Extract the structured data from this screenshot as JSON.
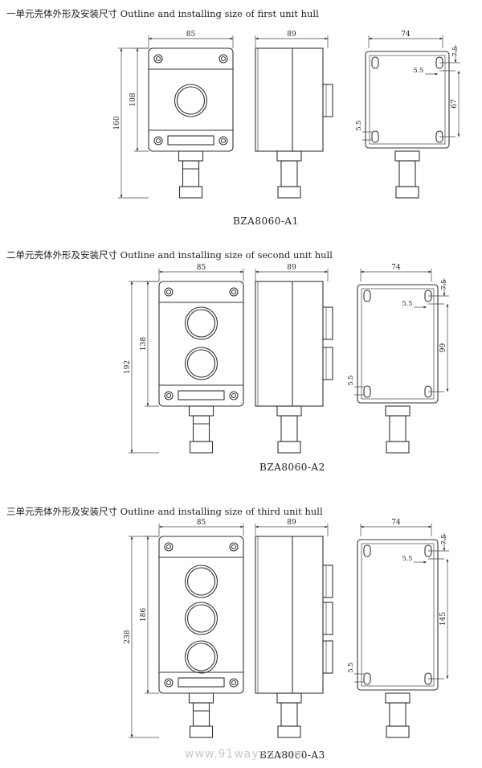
{
  "sections": [
    {
      "title": "一单元壳体外形及安装尺寸 Outline and installing size of first unit hull",
      "model": "BZA8060-A1",
      "front": {
        "width": "85",
        "body_height": "108",
        "total_height": "160"
      },
      "side": {
        "depth": "89"
      },
      "back": {
        "width": "74",
        "edge_offset": "7.5",
        "hole_offset": "5.5",
        "hole_spacing": "67",
        "slot_width": "5.5"
      }
    },
    {
      "title": "二单元壳体外形及安装尺寸 Outline and installing size of second unit hull",
      "model": "BZA8060-A2",
      "front": {
        "width": "85",
        "body_height": "138",
        "total_height": "192"
      },
      "side": {
        "depth": "89"
      },
      "back": {
        "width": "74",
        "edge_offset": "7.5",
        "hole_offset": "5.5",
        "hole_spacing": "99",
        "slot_width": "5.5"
      }
    },
    {
      "title": "三单元壳体外形及安装尺寸 Outline and installing size of third unit hull",
      "model": "BZA8060-A3",
      "front": {
        "width": "85",
        "body_height": "186",
        "total_height": "238"
      },
      "side": {
        "depth": "89"
      },
      "back": {
        "width": "74",
        "edge_offset": "7.5",
        "hole_offset": "5.5",
        "hole_spacing": "145",
        "slot_width": "5.5"
      }
    }
  ],
  "watermark": "www.91wayan.com"
}
